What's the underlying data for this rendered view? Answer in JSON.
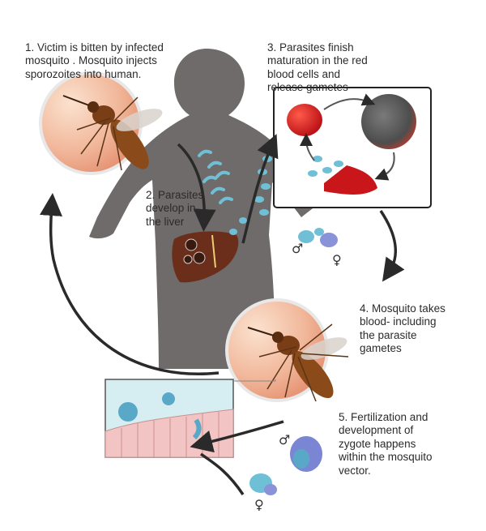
{
  "steps": [
    {
      "number": "1.",
      "text": "Victim is bitten by infected\nmosquito . Mosquito injects\nsporozoites into human."
    },
    {
      "number": "2.",
      "text": "Parasites\ndevelop in\nthe liver"
    },
    {
      "number": "3.",
      "text": "Parasites finish\nmaturation in the red\nblood cells  and\nrelease gametes"
    },
    {
      "number": "4.",
      "text": "Mosquito takes\nblood- including\nthe parasite\ngametes"
    },
    {
      "number": "5.",
      "text": "Fertilization and\ndevelopment of\nzygote happens\nwithin the mosquito\nvector."
    }
  ],
  "symbols": {
    "male": "♂",
    "female": "♀"
  },
  "colors": {
    "silhouette": "#6e6b6a",
    "arrow": "#2a2a2a",
    "parasite": "#6fbfd6",
    "blood": "#c8161b",
    "liver": "#6b2e1a",
    "mosquito_body": "#8a4a1a",
    "gut_cells": "#f3c4c4"
  }
}
